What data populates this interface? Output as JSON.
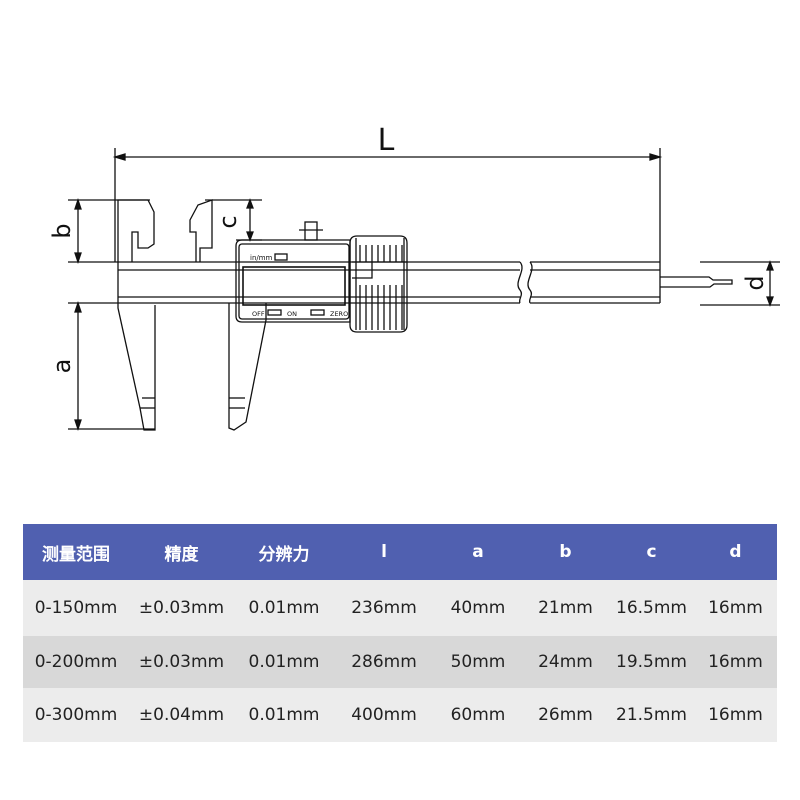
{
  "drawing": {
    "dim_L": "L",
    "dim_b": "b",
    "dim_c": "c",
    "dim_a": "a",
    "dim_d": "d",
    "display_unit_label": "in/mm",
    "btn_off": "OFF",
    "btn_on": "ON",
    "btn_zero": "ZERO"
  },
  "table": {
    "headers": [
      "测量范围",
      "精度",
      "分辨力",
      "l",
      "a",
      "b",
      "c",
      "d"
    ],
    "rows": [
      [
        "0-150mm",
        "±0.03mm",
        "0.01mm",
        "236mm",
        "40mm",
        "21mm",
        "16.5mm",
        "16mm"
      ],
      [
        "0-200mm",
        "±0.03mm",
        "0.01mm",
        "286mm",
        "50mm",
        "24mm",
        "19.5mm",
        "16mm"
      ],
      [
        "0-300mm",
        "±0.04mm",
        "0.01mm",
        "400mm",
        "60mm",
        "26mm",
        "21.5mm",
        "16mm"
      ]
    ]
  },
  "colors": {
    "header_bg": "#5060b0",
    "header_text": "#ffffff",
    "row_light": "#ececec",
    "row_dark": "#d8d8d8"
  }
}
